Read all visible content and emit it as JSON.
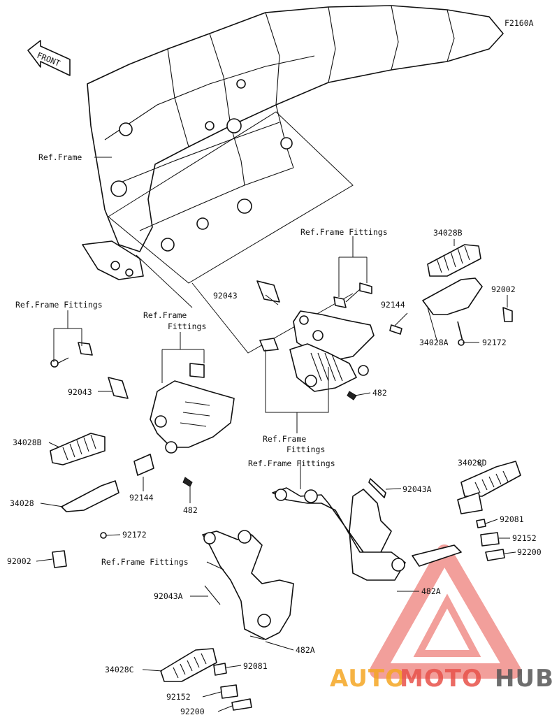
{
  "diagram_code": "F2160A",
  "front_label": "FRONT",
  "labels": {
    "ref_frame": "Ref.Frame",
    "ref_frame_fittings_top": "Ref.Frame Fittings",
    "ref_frame_fittings_left": "Ref.Frame Fittings",
    "ref_frame_fittings_mid_1": "Ref.Frame",
    "ref_frame_fittings_mid_2": "Fittings",
    "ref_frame_fittings_center_1": "Ref.Frame",
    "ref_frame_fittings_center_2": "Fittings",
    "ref_frame_fittings_right": "Ref.Frame Fittings",
    "ref_frame_fittings_bottom": "Ref.Frame Fittings"
  },
  "part_numbers": {
    "p92043_right": "92043",
    "p92144_right": "92144",
    "p34028B_right": "34028B",
    "p92002_right": "92002",
    "p34028A": "34028A",
    "p92172_right": "92172",
    "p482_right": "482",
    "p92043_left": "92043",
    "p34028B_left": "34028B",
    "p34028_left": "34028",
    "p92144_left": "92144",
    "p482_left": "482",
    "p92172_left": "92172",
    "p92002_left": "92002",
    "p34028D": "34028D",
    "p92043A_right": "92043A",
    "p92081_right": "92081",
    "p92152_right": "92152",
    "p92200_right": "92200",
    "p482A_right": "482A",
    "p92043A_left": "92043A",
    "p482A_left": "482A",
    "p34028C": "34028C",
    "p92081_left": "92081",
    "p92152_left": "92152",
    "p92200_left": "92200"
  },
  "watermark": {
    "part1": "AUTO",
    "part2": "MOTO",
    "part3": "HUB",
    "color_orange": "#f5a623",
    "color_red": "#e8524a",
    "color_gray": "#555555"
  }
}
